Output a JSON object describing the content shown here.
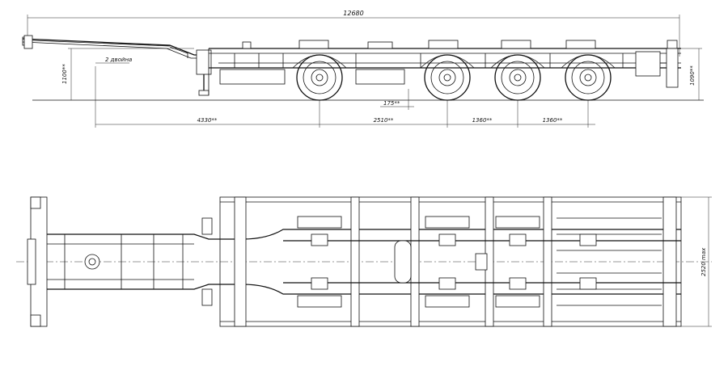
{
  "side_view": {
    "overall_length": "12680",
    "fifth_wheel_height": "1100**",
    "rear_height": "1090**",
    "gooseneck_note": "2 двойна",
    "axle_offset": "175**",
    "spacings": [
      "4330**",
      "2510**",
      "1360**",
      "1360**"
    ]
  },
  "top_view": {
    "overall_width": "2520 max"
  }
}
